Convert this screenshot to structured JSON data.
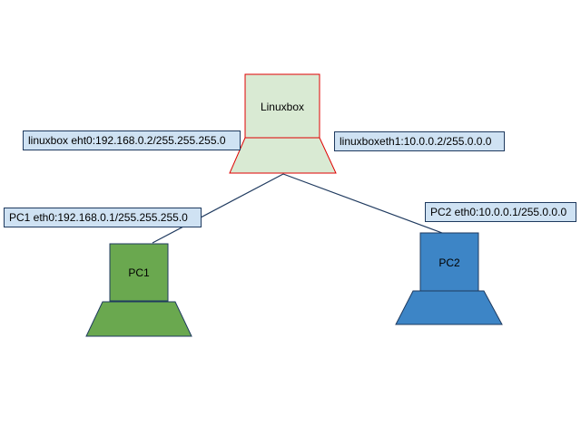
{
  "nodes": {
    "linuxbox": {
      "label": "Linuxbox",
      "fill": "#d9ead3",
      "stroke": "#e00000"
    },
    "pc1": {
      "label": "PC1",
      "fill": "#6aa84f",
      "stroke": "#1f3a5f"
    },
    "pc2": {
      "label": "PC2",
      "fill": "#3d85c6",
      "stroke": "#1f3a5f"
    }
  },
  "interfaces": {
    "linuxbox_eth0": "linuxbox eht0:192.168.0.2/255.255.255.0",
    "linuxbox_eth1": "linuxboxeth1:10.0.0.2/255.0.0.0",
    "pc1_eth0": "PC1 eth0:192.168.0.1/255.255.255.0",
    "pc2_eth0": "PC2 eth0:10.0.0.1/255.0.0.0"
  },
  "colors": {
    "label_box_fill": "#cfe2f3",
    "link_line": "#1f3a5f"
  }
}
